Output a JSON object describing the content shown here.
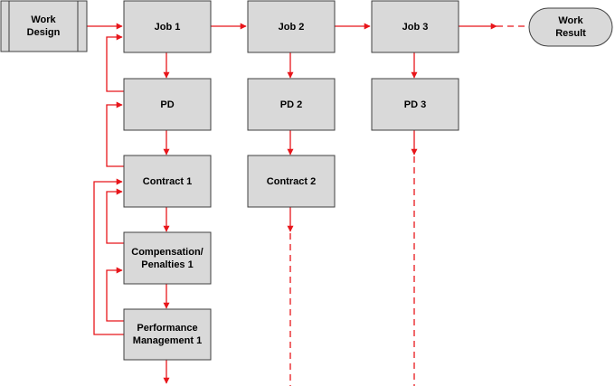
{
  "nodes": {
    "work_design": {
      "line1": "Work",
      "line2": "Design"
    },
    "job1": {
      "label": "Job 1"
    },
    "job2": {
      "label": "Job 2"
    },
    "job3": {
      "label": "Job 3"
    },
    "work_result": {
      "line1": "Work",
      "line2": "Result"
    },
    "pd": {
      "label": "PD"
    },
    "pd2": {
      "label": "PD 2"
    },
    "pd3": {
      "label": "PD 3"
    },
    "contract1": {
      "label": "Contract 1"
    },
    "contract2": {
      "label": "Contract 2"
    },
    "compensation1": {
      "line1": "Compensation/",
      "line2": "Penalties 1"
    },
    "performance1": {
      "line1": "Performance",
      "line2": "Management 1"
    }
  },
  "colors": {
    "connector": "#e8161b",
    "node_fill": "#d9d9d9",
    "node_border": "#404040"
  }
}
